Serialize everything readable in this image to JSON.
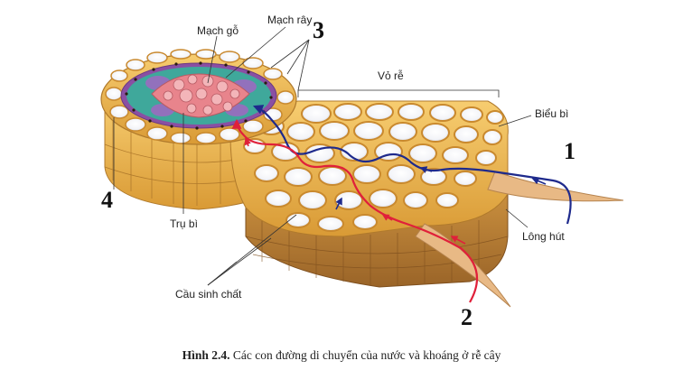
{
  "labels": {
    "xylem": "Mạch gỗ",
    "phloem": "Mạch rây",
    "cortex": "Vỏ rễ",
    "epidermis": "Biểu bì",
    "root_hair": "Lông hút",
    "pericycle": "Trụ bì",
    "plasmodesmata": "Cầu sinh chất"
  },
  "numbers": {
    "n1": "1",
    "n2": "2",
    "n3": "3",
    "n4": "4"
  },
  "caption": {
    "prefix": "Hình 2.4.",
    "text": " Các con đường di chuyển của nước và khoáng ở rễ cây"
  },
  "colors": {
    "cell_wall": "#f2b84e",
    "cell_fill": "#ffffff",
    "cell_shade": "#d9dde6",
    "stele_ring": "#8a4fa3",
    "stele_teal": "#3fa89b",
    "xylem": "#e8848c",
    "pathway_apoplast": "#1e2a8c",
    "pathway_symplast": "#e0203a",
    "root_hair": "#e8b985"
  }
}
